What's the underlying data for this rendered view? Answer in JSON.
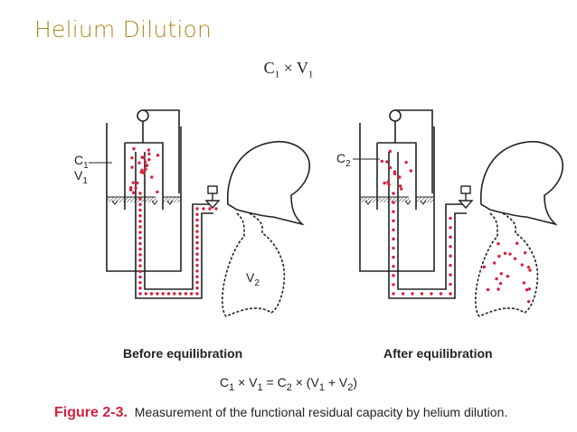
{
  "title": "Helium Dilution",
  "top_formula": {
    "c": "C",
    "c_sub": "1",
    "op": " × ",
    "v": "V",
    "v_sub": "1"
  },
  "labels": {
    "c1": "C",
    "c1_sub": "1",
    "v1": "V",
    "v1_sub": "1",
    "c2": "C",
    "c2_sub": "2",
    "v2": "V",
    "v2_sub": "2"
  },
  "captions": {
    "before": "Before equilibration",
    "after": "After equilibration"
  },
  "equation": {
    "p1": "C",
    "s1": "1",
    "p2": " × V",
    "s2": "1",
    "p3": " = C",
    "s3": "2",
    "p4": " × (V",
    "s4": "1",
    "p5": " + V",
    "s5": "2",
    "p6": ")"
  },
  "figure_caption": {
    "number": "Figure 2-3.",
    "text": "Measurement of the functional residual capacity by helium dilution."
  },
  "colors": {
    "dots": "#d61f3c",
    "title": "#b08a1e",
    "figure_number": "#d61f3c"
  }
}
